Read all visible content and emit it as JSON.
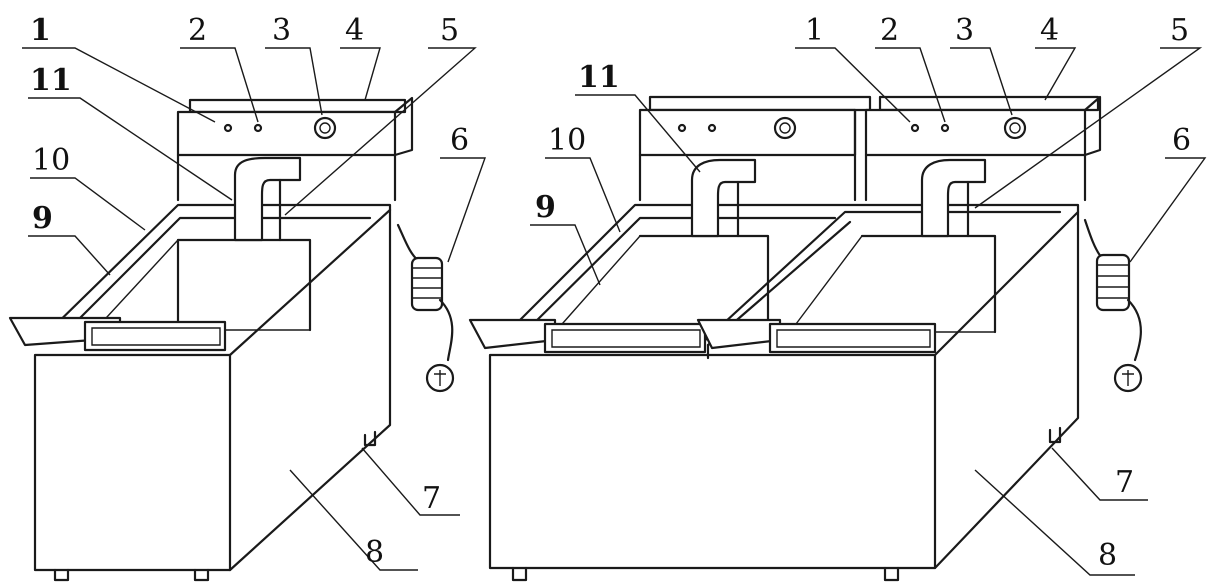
{
  "figure": {
    "left_labels": [
      "1",
      "2",
      "3",
      "4",
      "5",
      "6",
      "7",
      "8",
      "9",
      "10",
      "11"
    ],
    "right_labels": [
      "1",
      "2",
      "3",
      "4",
      "5",
      "6",
      "7",
      "8",
      "9",
      "10",
      "11"
    ]
  }
}
